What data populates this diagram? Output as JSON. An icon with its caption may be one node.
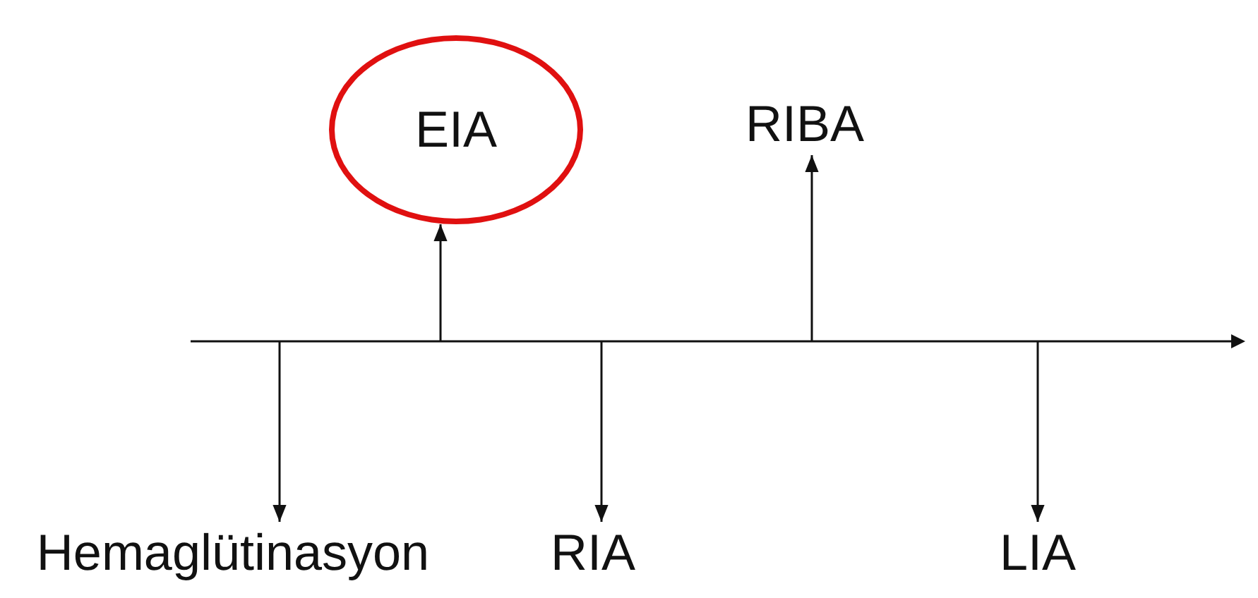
{
  "diagram": {
    "nodes": [
      {
        "text": [
          "EIA"
        ]
      },
      {
        "text": [
          "RIBA"
        ]
      },
      {
        "text": [
          "Hemaglütinasyon"
        ]
      },
      {
        "text": [
          "RIA"
        ]
      },
      {
        "text": [
          "LIA"
        ]
      }
    ],
    "edges": [
      {
        "from": null,
        "to": 2,
        "arrow": "to"
      },
      {
        "from": null,
        "to": 0,
        "arrow": "to"
      },
      {
        "from": null,
        "to": 3,
        "arrow": "to"
      },
      {
        "from": null,
        "to": 1,
        "arrow": "to"
      },
      {
        "from": null,
        "to": 4,
        "arrow": "to"
      }
    ]
  }
}
